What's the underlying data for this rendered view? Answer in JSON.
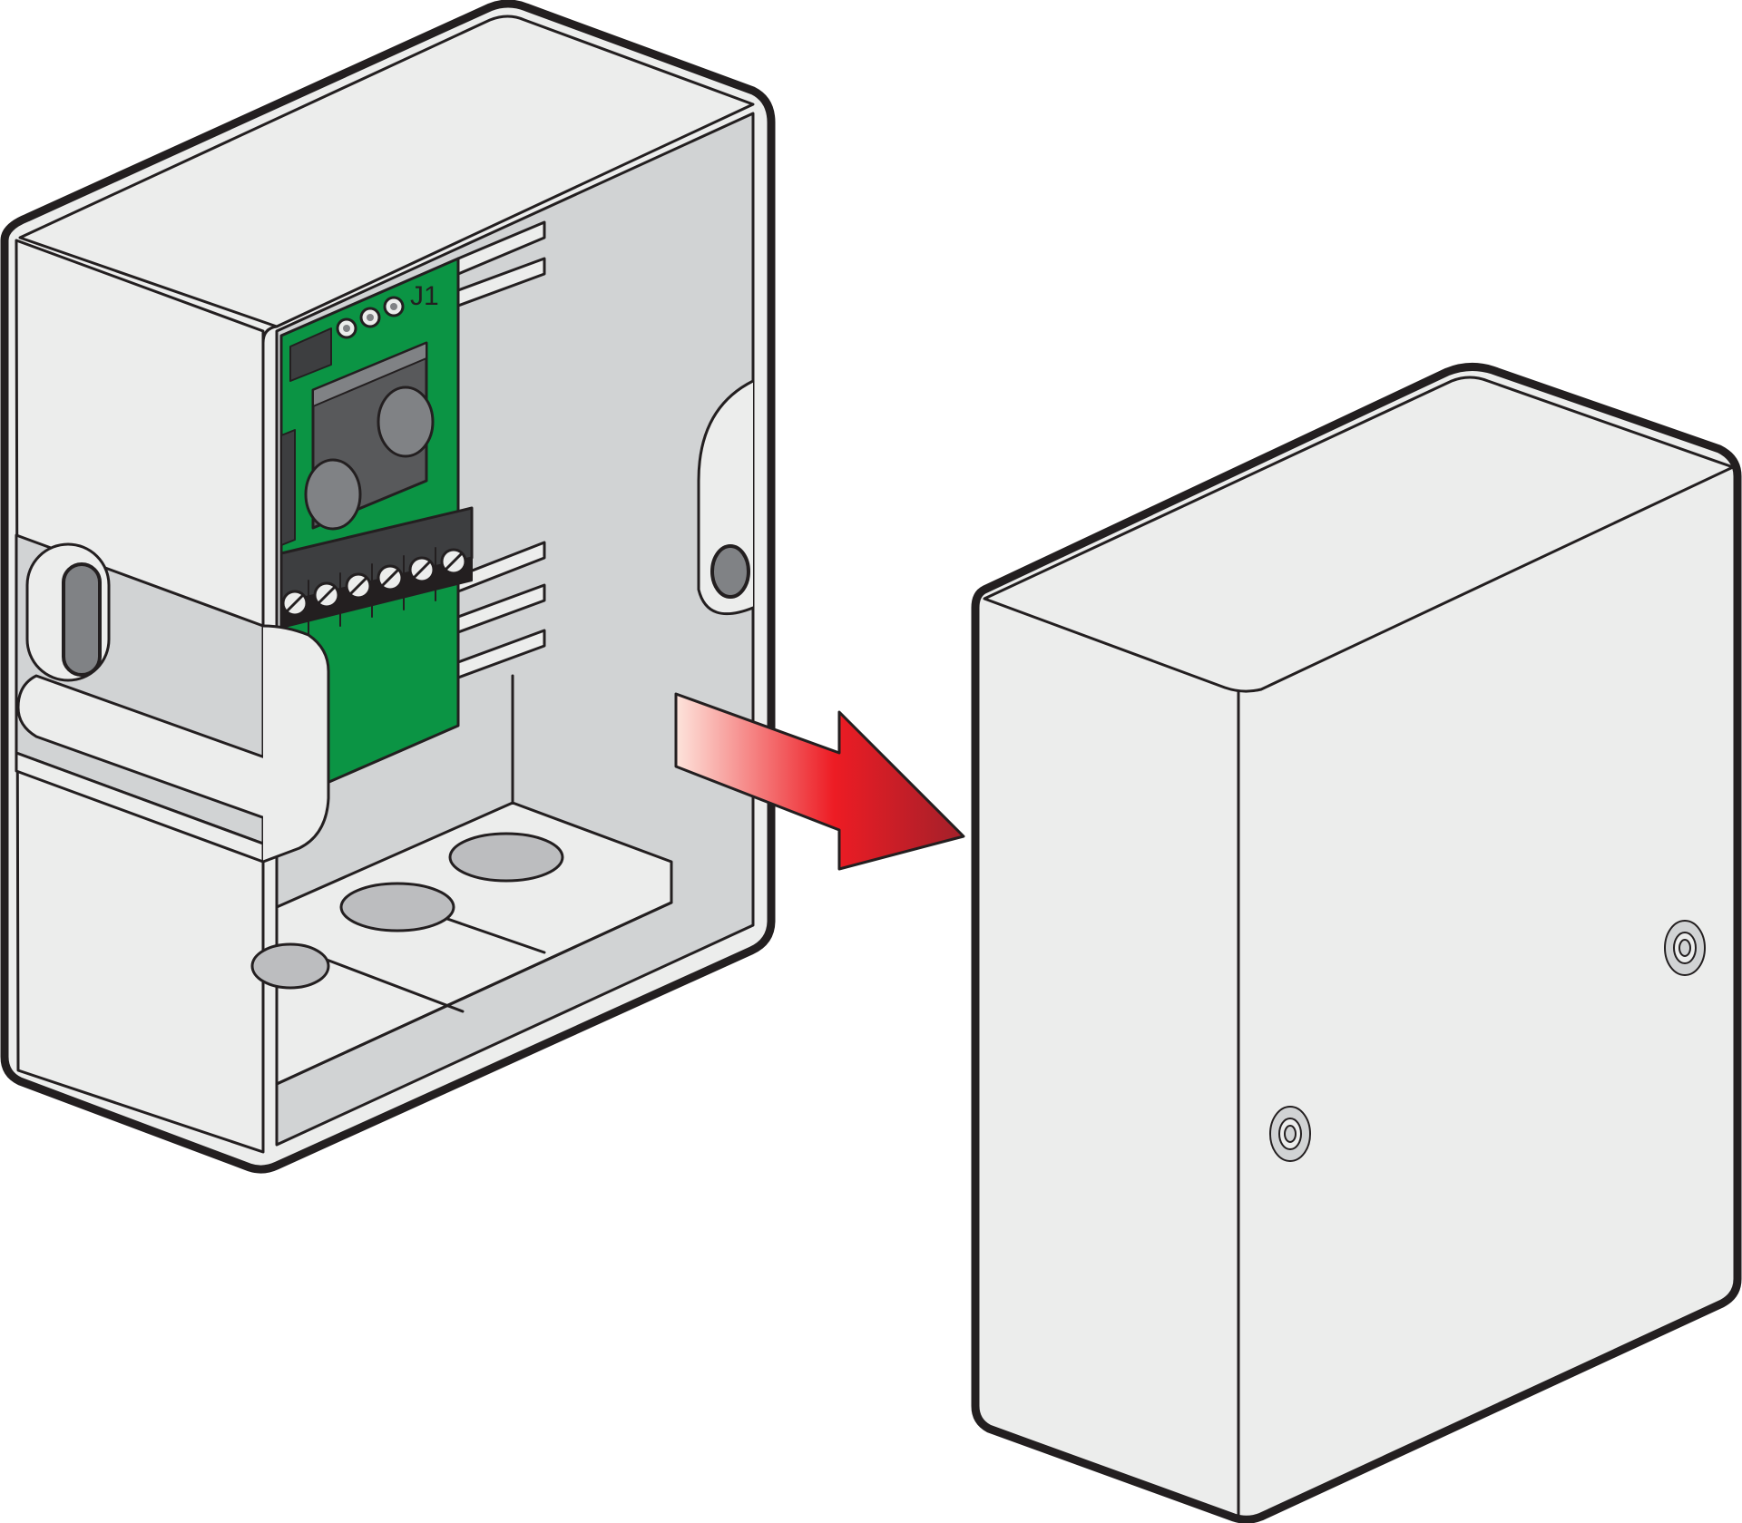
{
  "diagram": {
    "connector_label": "J1",
    "colors": {
      "enclosure_light": "#ecedec",
      "enclosure_inner": "#d1d3d4",
      "outline": "#231f20",
      "pcb_green": "#0b9444",
      "terminal_block": "#3d3e40",
      "relay_body": "#58595b",
      "knockout_gray": "#bcbdbf",
      "arrow_start": "#fde4dc",
      "arrow_mid": "#ed1c24",
      "arrow_end": "#a2202a"
    },
    "icons": {
      "arrow": "arrow-right-icon",
      "screw": "screw-icon"
    },
    "counts": {
      "terminal_screws": 6,
      "connector_pins": 3,
      "cover_screws": 2
    }
  }
}
